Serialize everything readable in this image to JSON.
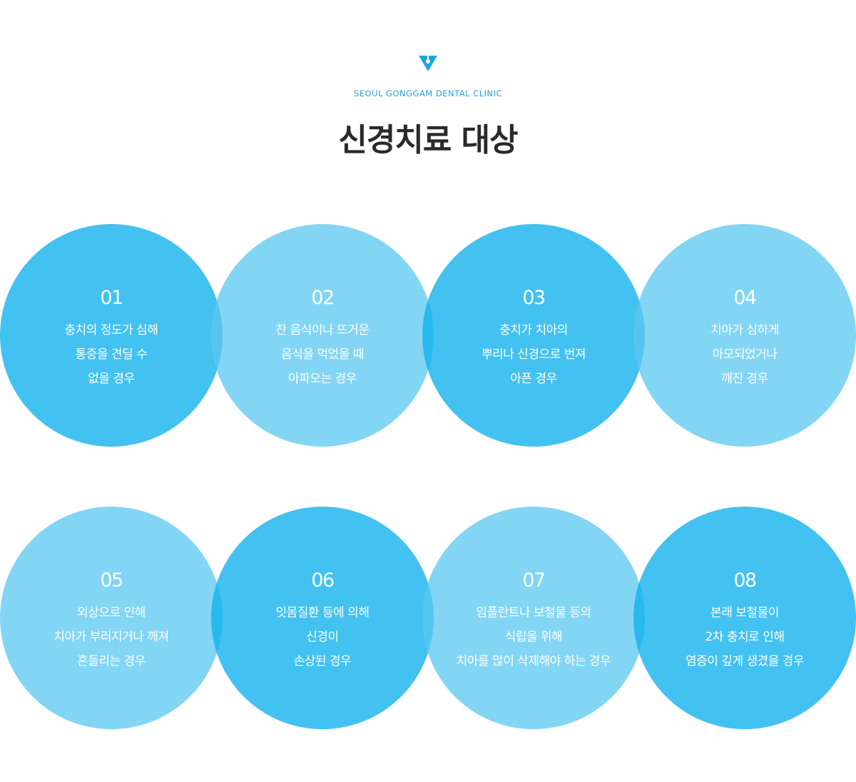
{
  "header": {
    "logo_icon": "tooth-v-icon",
    "brand_color": "#1ba6e2",
    "subtitle": "SEOUL GONGGAM DENTAL CLINIC",
    "title": "신경치료 대상"
  },
  "colors": {
    "dark_circle": "#1ab3ec",
    "light_circle": "#7ed6f4"
  },
  "cases": [
    {
      "number": "01",
      "lines": [
        "충치의 정도가 심해",
        "통증을 견딜 수",
        "없을 경우"
      ]
    },
    {
      "number": "02",
      "lines": [
        "찬 음식이나 뜨거운",
        "음식을 먹었을 때",
        "아파오는 경우"
      ]
    },
    {
      "number": "03",
      "lines": [
        "충치가 치아의",
        "뿌리나 신경으로 번져",
        "아픈 경우"
      ]
    },
    {
      "number": "04",
      "lines": [
        "치아가 심하게",
        "마모되었거나",
        "깨진 경우"
      ]
    },
    {
      "number": "05",
      "lines": [
        "외상으로 인해",
        "치아가 부러지거나 깨져",
        "흔들리는 경우"
      ]
    },
    {
      "number": "06",
      "lines": [
        "잇몸질환 등에 의해",
        "신경이",
        "손상된 경우"
      ]
    },
    {
      "number": "07",
      "lines": [
        "임플란트나 보철물 등의",
        "식립을 위해",
        "치아를 많이 삭제해야 하는 경우"
      ]
    },
    {
      "number": "08",
      "lines": [
        "본래 보철물이",
        "2차 충치로 인해",
        "염증이 깊게 생겼을 경우"
      ]
    }
  ]
}
